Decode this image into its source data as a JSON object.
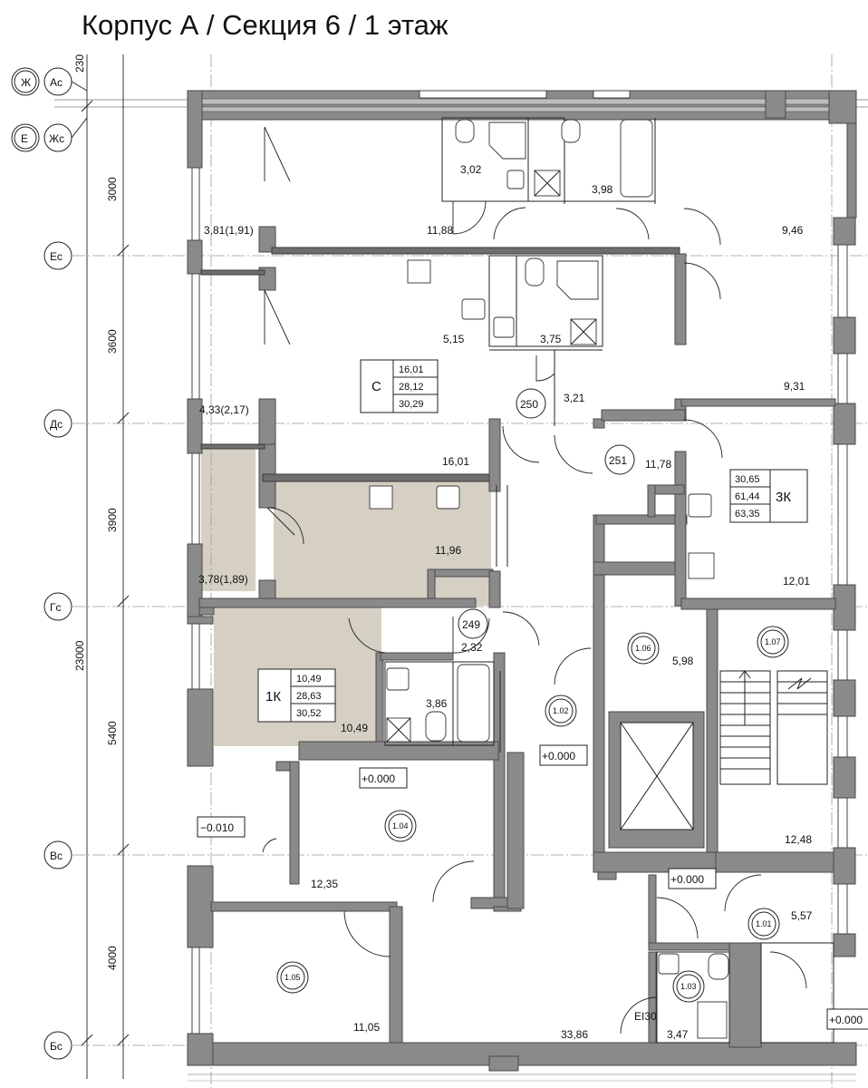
{
  "title": "Корпус А / Секция 6 / 1 этаж",
  "axes": {
    "top_circles": [
      "Ж",
      "Ас",
      "Е",
      "Жс"
    ],
    "rows": [
      "Ес",
      "Дс",
      "Гс",
      "Вс",
      "Бс"
    ]
  },
  "dimensions": {
    "top": "230",
    "d1": "3000",
    "d2": "3600",
    "d3": "3900",
    "d4": "5400",
    "d5": "4000",
    "total": "23000"
  },
  "rooms": {
    "r302": "3,02",
    "r1188": "11,88",
    "r398": "3,98",
    "r946": "9,46",
    "r381": "3,81(1,91)",
    "r515": "5,15",
    "r375": "3,75",
    "r321": "3,21",
    "r931": "9,31",
    "r433": "4,33(2,17)",
    "r1601": "16,01",
    "r1178": "11,78",
    "r1196": "11,96",
    "r378": "3,78(1,89)",
    "r1201": "12,01",
    "r232": "2,32",
    "r598": "5,98",
    "r386": "3,86",
    "r1049": "10,49",
    "r1248": "12,48",
    "r1235": "12,35",
    "r557": "5,57",
    "r1105": "11,05",
    "r3386": "33,86",
    "r347": "3,47"
  },
  "room_numbers": {
    "n250": "250",
    "n251": "251",
    "n249": "249",
    "n106": "1.06",
    "n107": "1.07",
    "n102": "1.02",
    "n104": "1.04",
    "n101": "1.01",
    "n103": "1.03",
    "n105": "1.05"
  },
  "levels": {
    "l1": "+0.000",
    "l2": "+0.000",
    "l3": "−0.010",
    "l4": "+0.000",
    "l5": "+0.000"
  },
  "apartments": {
    "studio": {
      "label": "С",
      "a": "16,01",
      "b": "28,12",
      "c": "30,29"
    },
    "one": {
      "label": "1К",
      "a": "10,49",
      "b": "28,63",
      "c": "30,52"
    },
    "three": {
      "label": "3К",
      "a": "30,65",
      "b": "61,44",
      "c": "63,35"
    }
  },
  "fire_label": "EI30",
  "colors": {
    "wall": "#8a8a8a",
    "highlight": "#d6d0c4",
    "line": "#222222"
  }
}
